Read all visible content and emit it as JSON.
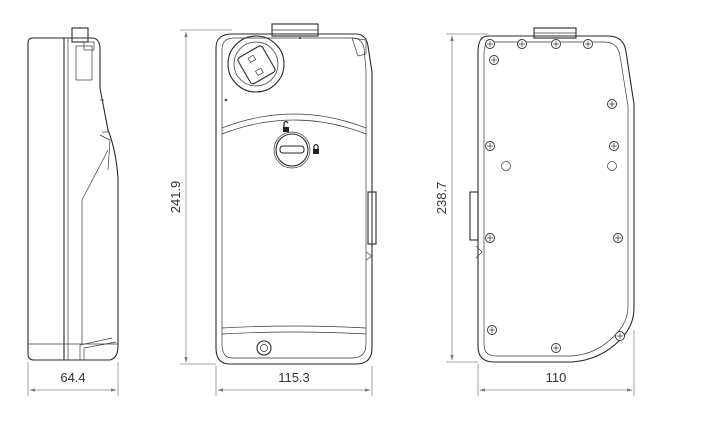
{
  "dimensions": {
    "side_depth": "64.4",
    "front_width": "115.3",
    "front_height": "241.9",
    "back_height": "238.7",
    "back_width": "110"
  },
  "icons": {
    "unlock": "unlock-icon",
    "lock": "lock-icon"
  }
}
